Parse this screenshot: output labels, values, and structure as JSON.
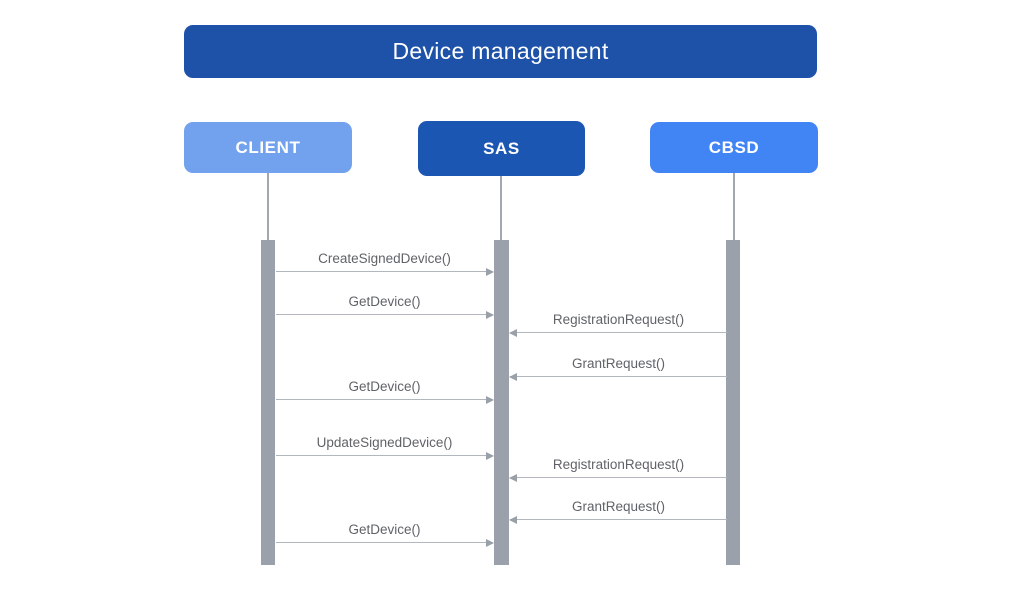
{
  "diagram": {
    "title": "Device management",
    "type": "sequence-diagram"
  },
  "colors": {
    "title_bg": "#1e52a8",
    "client_bg": "#72a2ee",
    "sas_bg": "#1c56b3",
    "cbsd_bg": "#4185f4",
    "activation_bar": "#9ba1ab",
    "arrow_line": "#b2b7bf",
    "message_text": "#5f6368"
  },
  "actors": [
    {
      "name": "CLIENT",
      "color": "#72a2ee"
    },
    {
      "name": "SAS",
      "color": "#1c56b3"
    },
    {
      "name": "CBSD",
      "color": "#4185f4"
    }
  ],
  "messages": [
    {
      "label": "CreateSignedDevice()",
      "from": "CLIENT",
      "to": "SAS"
    },
    {
      "label": "GetDevice()",
      "from": "CLIENT",
      "to": "SAS"
    },
    {
      "label": "RegistrationRequest()",
      "from": "CBSD",
      "to": "SAS"
    },
    {
      "label": "GrantRequest()",
      "from": "CBSD",
      "to": "SAS"
    },
    {
      "label": "GetDevice()",
      "from": "CLIENT",
      "to": "SAS"
    },
    {
      "label": "UpdateSignedDevice()",
      "from": "CLIENT",
      "to": "SAS"
    },
    {
      "label": "RegistrationRequest()",
      "from": "CBSD",
      "to": "SAS"
    },
    {
      "label": "GrantRequest()",
      "from": "CBSD",
      "to": "SAS"
    },
    {
      "label": "GetDevice()",
      "from": "CLIENT",
      "to": "SAS"
    }
  ]
}
